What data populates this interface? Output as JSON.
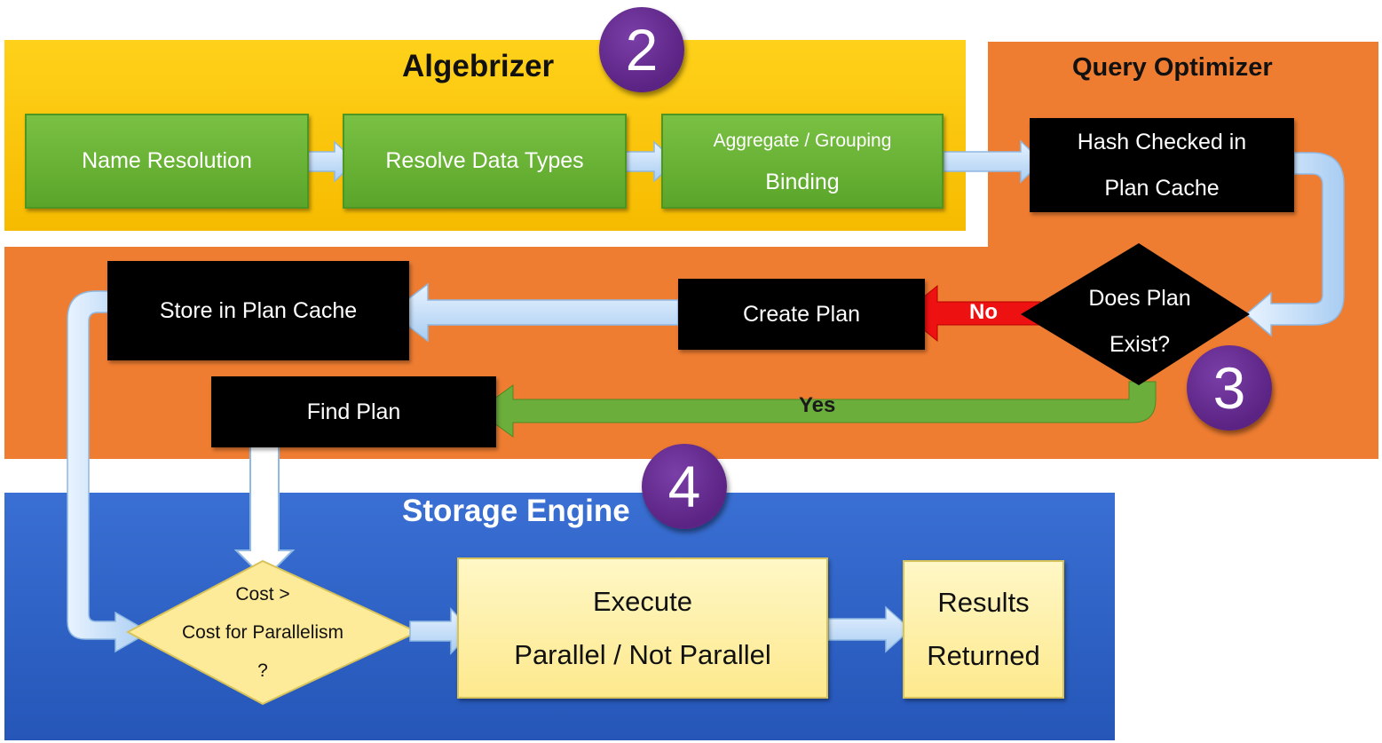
{
  "panels": {
    "algebrizer": {
      "title": "Algebrizer",
      "color": "#fdc700"
    },
    "optimizer": {
      "title": "Query Optimizer",
      "color": "#ef7d31"
    },
    "storage": {
      "title": "Storage Engine",
      "color": "#2f64c9"
    }
  },
  "badges": {
    "b2": "2",
    "b3": "3",
    "b4": "4"
  },
  "steps": {
    "name_resolution": "Name Resolution",
    "resolve_types": "Resolve Data Types",
    "agg_line1": "Aggregate / Grouping",
    "agg_line2": "Binding",
    "hash_line1": "Hash Checked in",
    "hash_line2": "Plan Cache",
    "does_plan_line1": "Does Plan",
    "does_plan_line2": "Exist?",
    "create_plan": "Create Plan",
    "store_cache": "Store in Plan Cache",
    "find_plan": "Find Plan",
    "cost_line1": "Cost >",
    "cost_line2": "Cost for Parallelism",
    "cost_line3": "?",
    "execute_line1": "Execute",
    "execute_line2": "Parallel / Not Parallel",
    "results_line1": "Results",
    "results_line2": "Returned"
  },
  "labels": {
    "no": "No",
    "yes": "Yes"
  },
  "colors": {
    "flow_arrow": "#c9e3fb",
    "no_arrow": "#ee1111",
    "yes_arrow": "#6cae3c",
    "badge": "#5b2383"
  }
}
